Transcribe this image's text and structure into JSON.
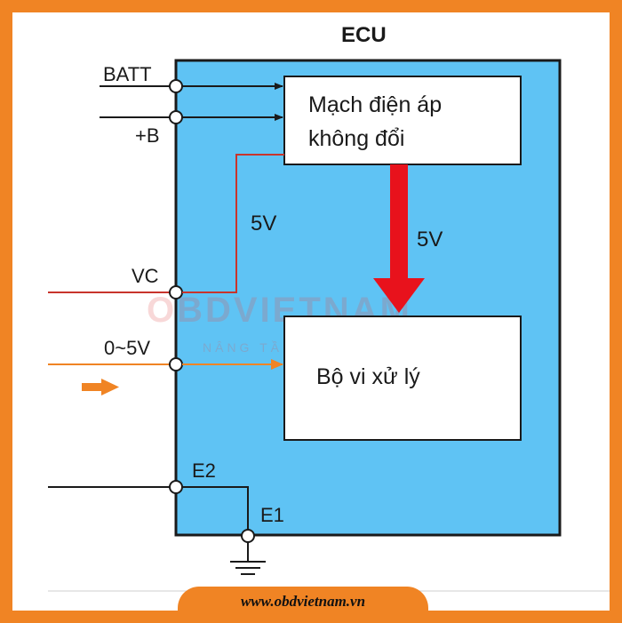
{
  "ecu_title": "ECU",
  "pins": {
    "batt": "BATT",
    "plus_b": "+B",
    "vc": "VC",
    "signal": "0~5V",
    "e2": "E2",
    "e1": "E1"
  },
  "blocks": {
    "regulator_line1": "Mạch điện áp",
    "regulator_line2": "không đổi",
    "cpu": "Bộ vi xử lý"
  },
  "labels": {
    "vc_voltage": "5V",
    "supply_voltage": "5V"
  },
  "watermark": {
    "brand": "OBDVIETNAM",
    "tagline": "NÂNG TẦM GARA VIỆT"
  },
  "footer": {
    "url": "www.obdvietnam.vn"
  },
  "colors": {
    "frame": "#f08424",
    "ecu_fill": "#5fc3f4",
    "red_arrow": "#e8121c",
    "signal_orange": "#f08424",
    "vc_wire": "#c8342c"
  }
}
